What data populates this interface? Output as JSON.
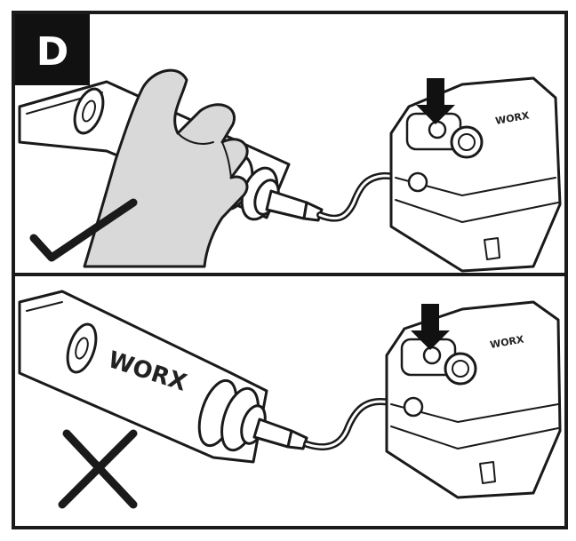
{
  "step": {
    "letter": "D"
  },
  "panels": [
    {
      "id": "correct",
      "mark": "check-mark",
      "verdict": "correct"
    },
    {
      "id": "incorrect",
      "mark": "cross-mark",
      "verdict": "incorrect"
    }
  ],
  "brand": {
    "tool_text": "WORX",
    "charger_text": "WORX"
  },
  "colors": {
    "ink": "#1a1a1a",
    "hand_fill": "#d9d9d9",
    "paper": "#ffffff"
  }
}
